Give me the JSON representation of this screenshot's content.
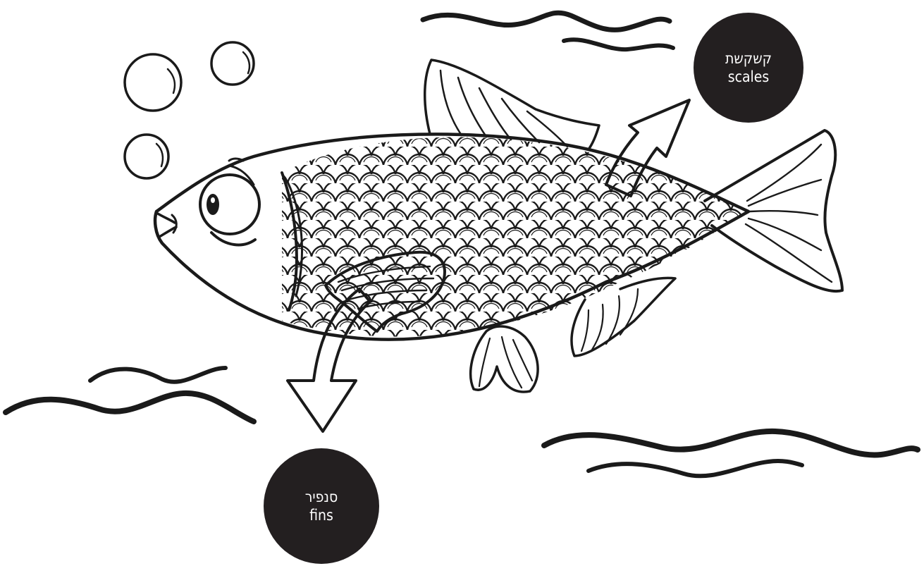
{
  "labels": {
    "scales": {
      "hebrew": "קשקשת",
      "english": "scales"
    },
    "fins": {
      "hebrew": "סנפיר",
      "english": "fins"
    }
  },
  "colors": {
    "ink": "#1a1a1a",
    "label_fill": "#231f20",
    "label_text": "#ffffff",
    "background": "#ffffff"
  }
}
